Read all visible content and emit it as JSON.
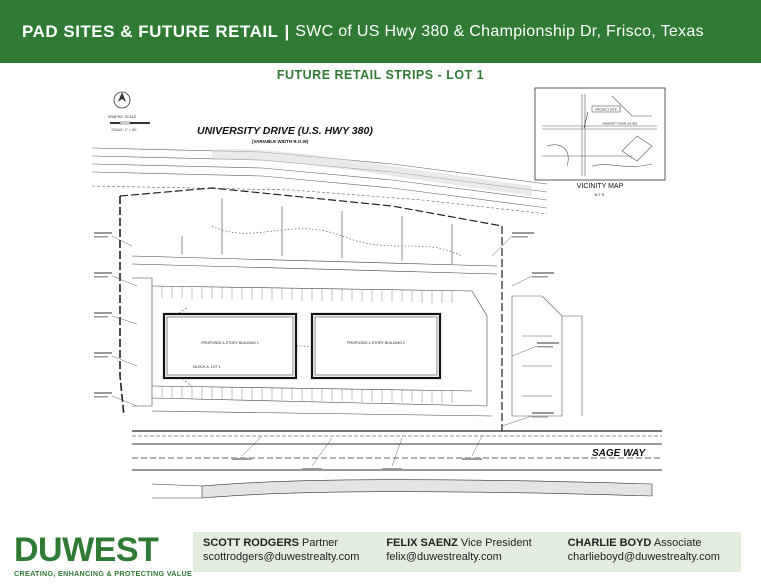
{
  "header": {
    "title_bold": "PAD SITES & FUTURE RETAIL",
    "separator": "|",
    "title_location": "SWC of US Hwy 380 & Championship Dr, Frisco, Texas"
  },
  "subtitle": "FUTURE RETAIL STRIPS - LOT 1",
  "plan": {
    "road_name": "UNIVERSITY DRIVE (U.S. HWY 380)",
    "road_sub": "(VARIABLE WIDTH R.O.W)",
    "street_name": "SAGE WAY",
    "building_1_label": "PROPOSED 1-STORY BUILDING 1",
    "building_2_label": "PROPOSED 1-STORY BUILDING 2",
    "lot_label": "BLOCK A, LOT 1",
    "graphic_scale": "GRAPHIC SCALE",
    "scale_text": "SCALE: 1\" = 50'",
    "vicinity_title": "VICINITY MAP",
    "vicinity_nts": "N.T.S.",
    "vicinity_site": "PROJECT SITE",
    "vicinity_road": "UNIVERSITY DRIVE (US 380)"
  },
  "footer": {
    "logo_text_a": "DU",
    "logo_text_b": "WEST",
    "tagline": "CREATING, ENHANCING & PROTECTING VALUE",
    "contacts": [
      {
        "name": "SCOTT RODGERS",
        "role": "Partner",
        "email": "scottrodgers@duwestrealty.com"
      },
      {
        "name": "FELIX SAENZ",
        "role": "Vice President",
        "email": "felix@duwestrealty.com"
      },
      {
        "name": "CHARLIE BOYD",
        "role": "Associate",
        "email": "charlieboyd@duwestrealty.com"
      }
    ]
  },
  "colors": {
    "brand_green": "#2f7a34",
    "contact_bg": "#e3eddd"
  }
}
